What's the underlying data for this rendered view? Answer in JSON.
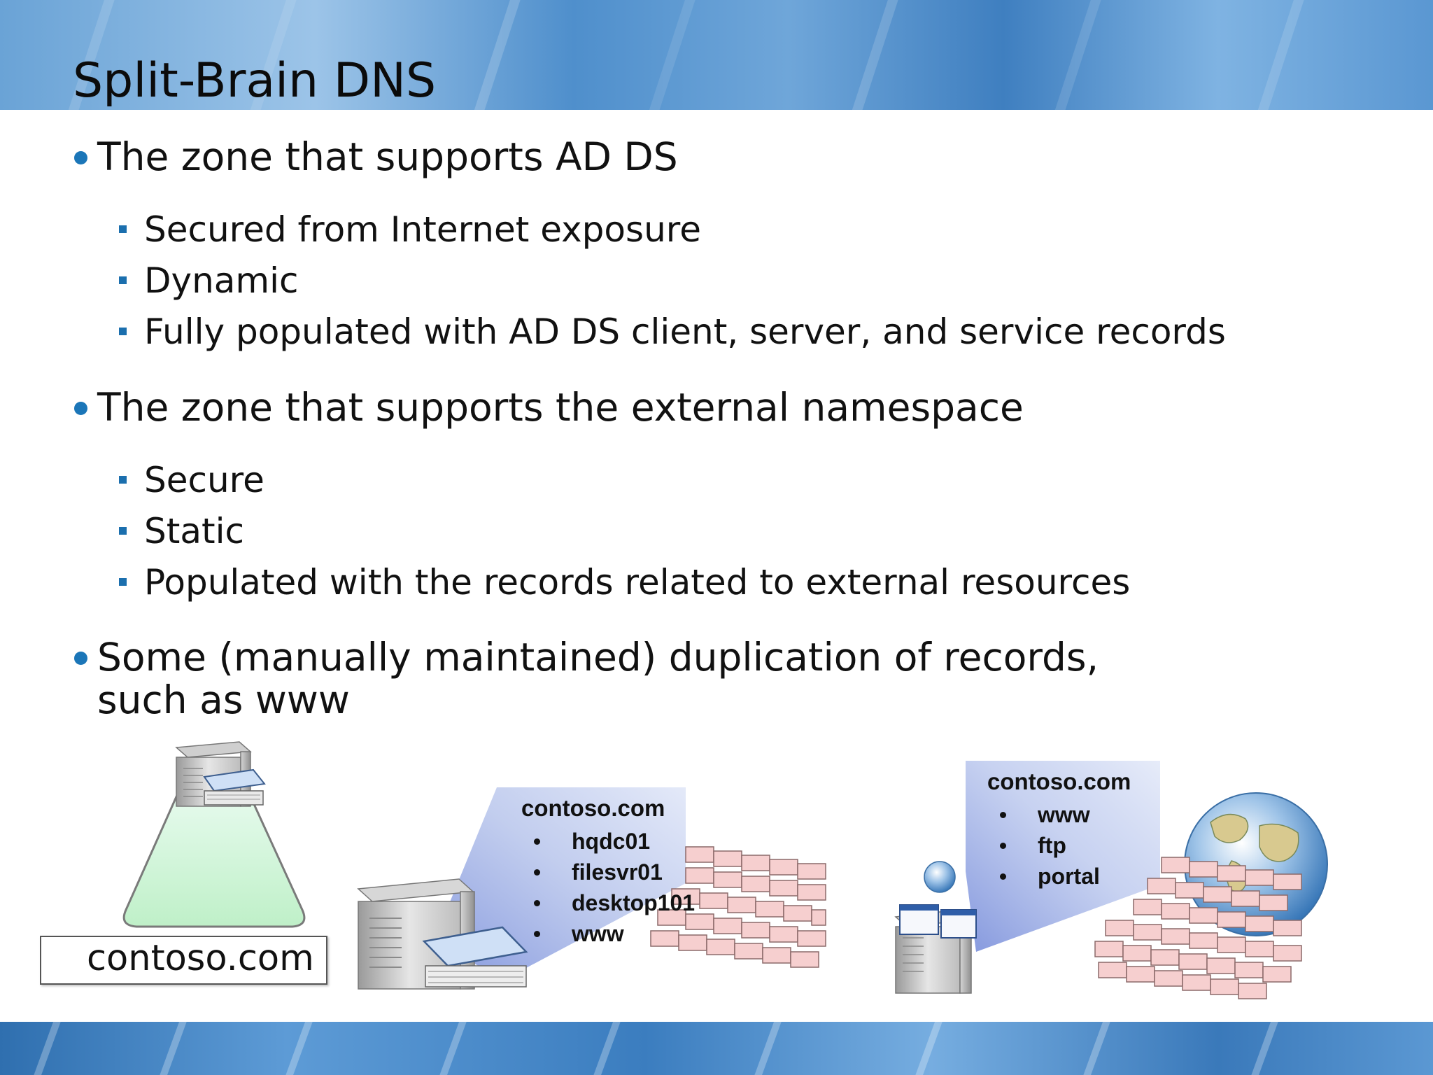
{
  "slide": {
    "title": "Split-Brain DNS",
    "bullets": [
      {
        "text": "The zone that supports AD DS",
        "sub": [
          "Secured from Internet exposure",
          "Dynamic",
          "Fully populated with AD DS client, server, and service records"
        ]
      },
      {
        "text": "The zone that supports the external namespace",
        "sub": [
          "Secure",
          "Static",
          "Populated with the records related to external resources"
        ]
      },
      {
        "text_line1": "Some (manually maintained) duplication of records,",
        "text_line2": "such as www"
      }
    ]
  },
  "diagram": {
    "zone_label": "contoso.com",
    "internal_callout": {
      "title": "contoso.com",
      "records": [
        "hqdc01",
        "filesvr01",
        "desktop101",
        "www"
      ]
    },
    "external_callout": {
      "title": "contoso.com",
      "records": [
        "www",
        "ftp",
        "portal"
      ]
    }
  },
  "colors": {
    "bullet_blue": "#1b76b8",
    "callout_blue": "#b8c8ec",
    "brick": "#f2c8c8",
    "zone_green": "#c9f0d0"
  }
}
